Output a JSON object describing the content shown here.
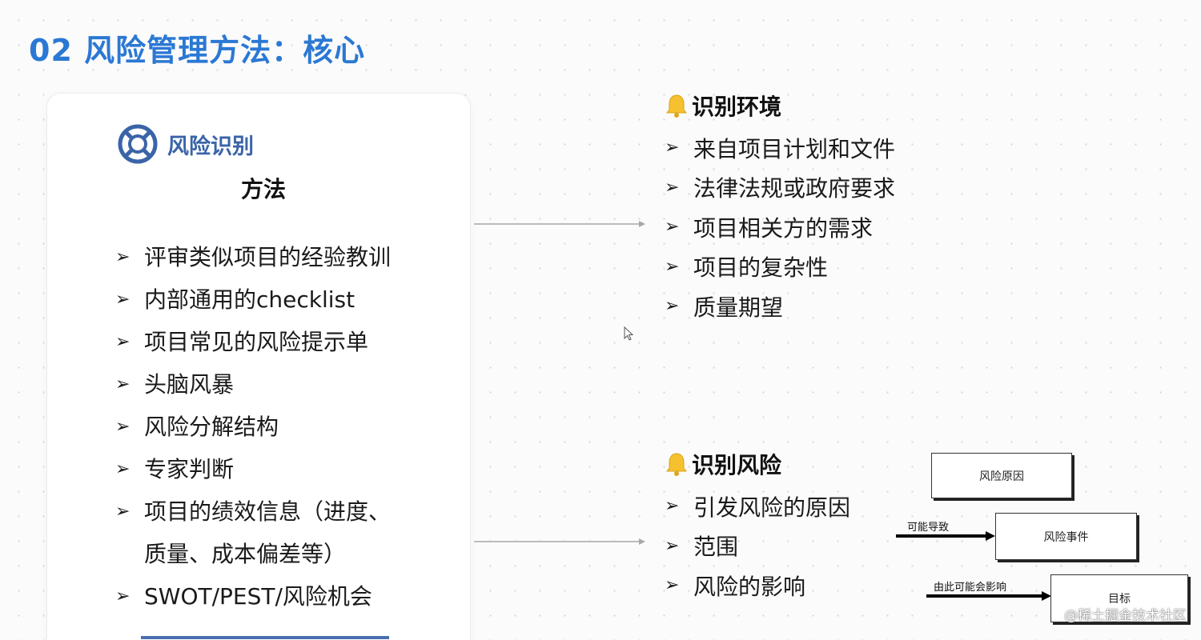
{
  "slide": {
    "title": "02 风险管理方法：核心",
    "accent_color": "#2b78d4"
  },
  "left_card": {
    "icon": "lifebuoy-icon",
    "heading": "风险识别",
    "subheading": "方法",
    "bullet_glyph": "➢",
    "items": [
      "评审类似项目的经验教训",
      "内部通用的checklist",
      "项目常见的风险提示单",
      "头脑风暴",
      "风险分解结构",
      "专家判断",
      "项目的绩效信息（进度、质量、成本偏差等）",
      "SWOT/PEST/风险机会"
    ]
  },
  "identify_environment": {
    "icon": "bell-icon",
    "title": "识别环境",
    "items": [
      "来自项目计划和文件",
      "法律法规或政府要求",
      "项目相关方的需求",
      "项目的复杂性",
      "质量期望"
    ]
  },
  "identify_risk": {
    "icon": "bell-icon",
    "title": "识别风险",
    "items": [
      "引发风险的原因",
      "范围",
      "风险的影响"
    ]
  },
  "diagram": {
    "box_cause": "风险原因",
    "box_event": "风险事件",
    "box_target": "目标",
    "label_may_cause": "可能导致",
    "label_may_affect": "由此可能会影响"
  },
  "watermark": "@稀土掘金技术社区"
}
